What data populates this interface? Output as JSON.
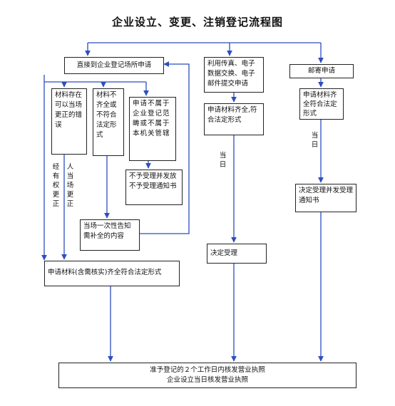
{
  "title": "企业设立、变更、注销登记流程图",
  "boxes": {
    "direct_apply": "直接到企业登记场所申请",
    "remote_apply": "利用传真、电子数据交换、电子邮件提交申请",
    "mail_apply": "邮寄申请",
    "correctable_errors": "材料存在可以当场更正的错误",
    "incomplete_materials": "材料不齐全或不符合法定形式",
    "outside_scope": "申请不属于企业登记范畴或不属于本机关管辖",
    "reject_notice": "不予受理并发放不予受理通知书",
    "one_time_notice": "当场一次性告知需补全的内容",
    "materials_ok_direct": "申请材料(含需核实)齐全符合法定形式",
    "materials_ok_remote": "申请材料齐全,符合法定形式",
    "decide_accept": "决定受理",
    "mail_materials_ok": "申请材料齐全符合法定形式",
    "mail_accept_notice": "决定受理并发受理通知书",
    "final_line1": "准予登记的２个工作日内核发营业执照",
    "final_line2": "企业设立当日核发营业执照"
  },
  "labels": {
    "authorized_correction_a": "经有权更正",
    "authorized_correction_b": "人当场更正",
    "same_day_remote": "当日",
    "same_day_mail": "当日"
  }
}
